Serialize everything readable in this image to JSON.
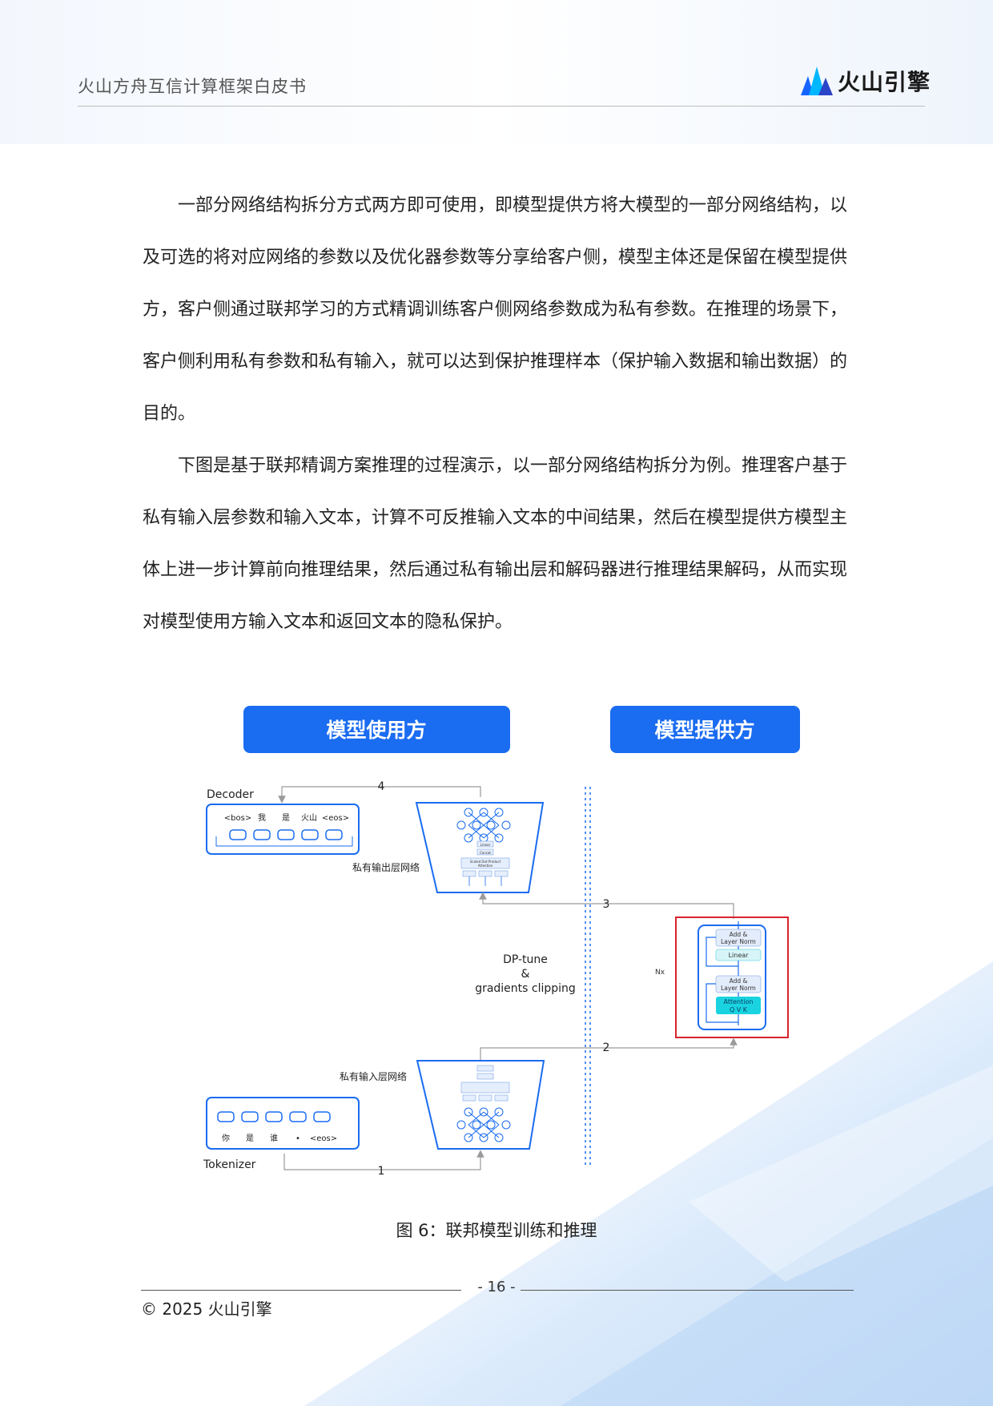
{
  "header": {
    "title": "火山方舟互信计算框架白皮书",
    "logo_text": "火山引擎",
    "logo_colors": [
      "#1664ff",
      "#00b8ff",
      "#2a45c8"
    ]
  },
  "body": {
    "paragraphs": [
      "一部分网络结构拆分方式两方即可使用，即模型提供方将大模型的一部分网络结构，以及可选的将对应网络的参数以及优化器参数等分享给客户侧，模型主体还是保留在模型提供方，客户侧通过联邦学习的方式精调训练客户侧网络参数成为私有参数。在推理的场景下，客户侧利用私有参数和私有输入，就可以达到保护推理样本（保护输入数据和输出数据）的目的。",
      "下图是基于联邦精调方案推理的过程演示，以一部分网络结构拆分为例。推理客户基于私有输入层参数和输入文本，计算不可反推输入文本的中间结果，然后在模型提供方模型主体上进一步计算前向推理结果，然后通过私有输出层和解码器进行推理结果解码，从而实现对模型使用方输入文本和返回文本的隐私保护。"
    ]
  },
  "figure": {
    "left_header": "模型使用方",
    "right_header": "模型提供方",
    "decoder_label": "Decoder",
    "decoder_tokens": [
      "<bos>",
      "我",
      "是",
      "火山",
      "<eos>"
    ],
    "private_output_label": "私有输出层网络",
    "private_input_label": "私有输入层网络",
    "tokenizer_label": "Tokenizer",
    "tokenizer_tokens": [
      "你",
      "是",
      "谁",
      "•",
      "<eos>"
    ],
    "dp_line1": "DP-tune",
    "dp_line2": "&",
    "dp_line3": "gradients clipping",
    "step1": "1",
    "step2": "2",
    "step3": "3",
    "step4": "4",
    "nx_label": "Nx",
    "add_norm_top_1": "Add &",
    "add_norm_top_2": "Layer Norm",
    "linear_label": "Linear",
    "add_norm_bottom_1": "Add &",
    "add_norm_bottom_2": "Layer Norm",
    "attention_label": "Attention",
    "qvk_label": "Q   V   K",
    "mini_linear": "Linear",
    "mini_concat": "Concat",
    "mini_attn_1": "Scaled Dot-Product",
    "mini_attn_2": "Attention",
    "accent_blue": "#1a6cf0",
    "highlight_red": "#d9232d",
    "cyan": "#19d3e0"
  },
  "caption": "图 6：联邦模型训练和推理",
  "footer": {
    "page_number": "- 16 -",
    "copyright": "© 2025 火山引擎"
  }
}
